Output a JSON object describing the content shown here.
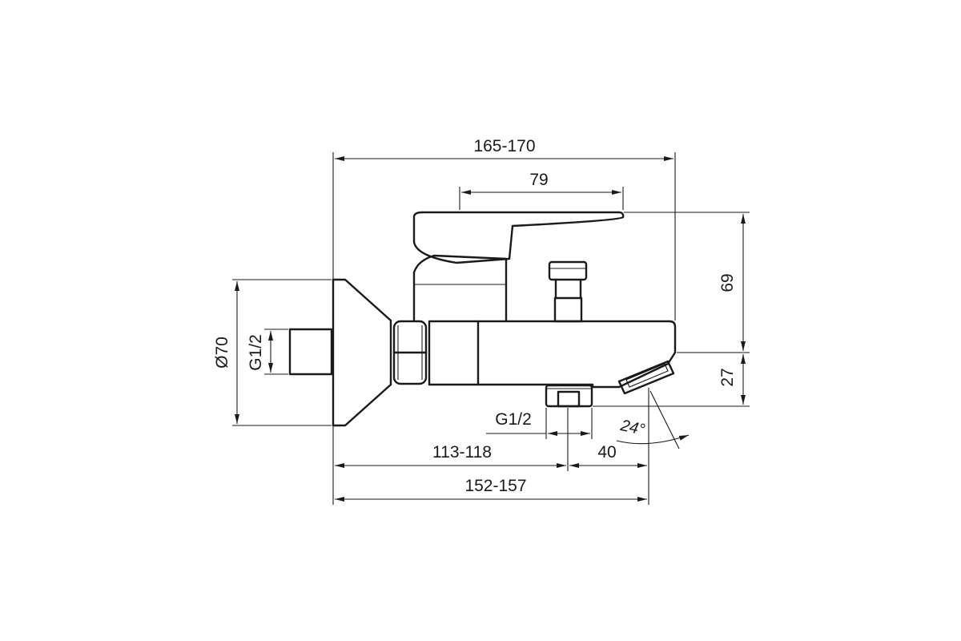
{
  "dimensions": {
    "overall_width": "165-170",
    "lever_length": "79",
    "body_height": "69",
    "spout_drop": "27",
    "rosette_diameter": "Ø70",
    "inlet_thread": "G1/2",
    "outlet_thread": "G1/2",
    "outlet_distance": "113-118",
    "spout_offset": "40",
    "total_projection": "152-157",
    "spout_angle": "24°"
  }
}
